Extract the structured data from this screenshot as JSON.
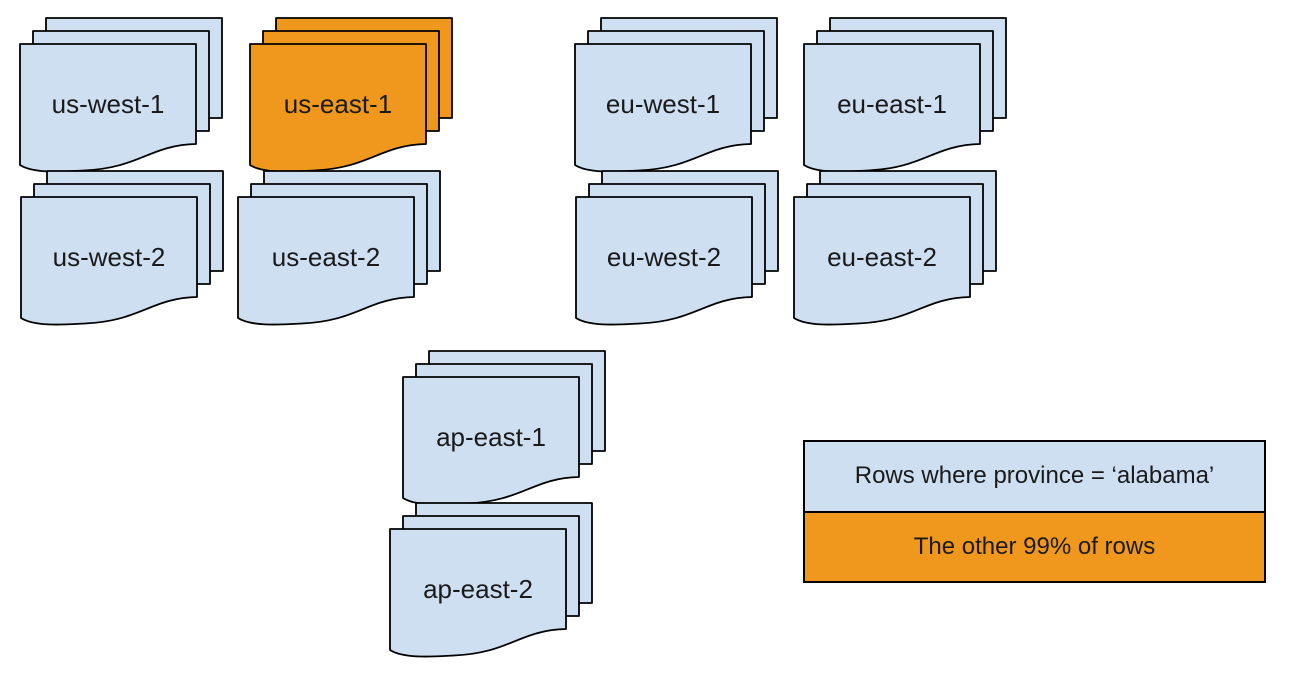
{
  "diagram": {
    "stacks": [
      {
        "label": "us-west-1",
        "variant": "blue"
      },
      {
        "label": "us-east-1",
        "variant": "orange"
      },
      {
        "label": "eu-west-1",
        "variant": "blue"
      },
      {
        "label": "eu-east-1",
        "variant": "blue"
      },
      {
        "label": "us-west-2",
        "variant": "blue"
      },
      {
        "label": "us-east-2",
        "variant": "blue"
      },
      {
        "label": "eu-west-2",
        "variant": "blue"
      },
      {
        "label": "eu-east-2",
        "variant": "blue"
      },
      {
        "label": "ap-east-1",
        "variant": "blue"
      },
      {
        "label": "ap-east-2",
        "variant": "blue"
      }
    ],
    "legend": {
      "items": [
        {
          "label": "Rows where province = ‘alabama’",
          "color": "#cfdff2"
        },
        {
          "label": "The other 99% of rows",
          "color": "#f0981e"
        }
      ]
    },
    "colors": {
      "doc_blue": "#cfdff2",
      "doc_orange": "#f0981e",
      "outline": "#000000"
    }
  }
}
